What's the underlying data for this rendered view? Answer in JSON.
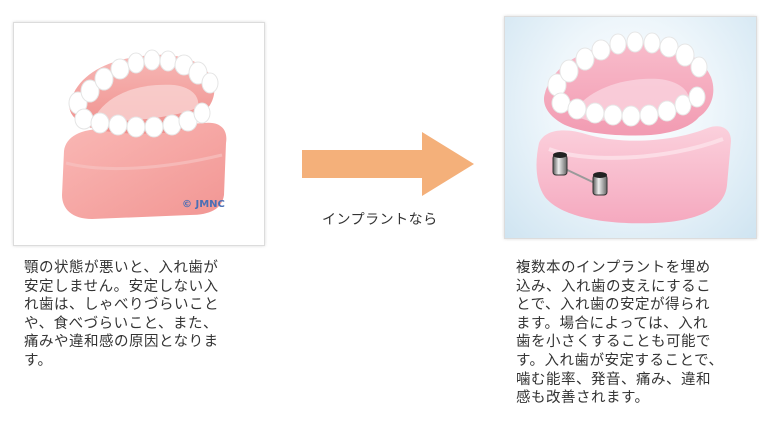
{
  "left": {
    "watermark": "© JMNC",
    "description": "顎の状態が悪いと、入れ歯が\n安定しません。安定しない入\nれ歯は、しゃべりづらいこと\nや、食べづらいこと、また、\n痛みや違和感の原因となりま\nす。"
  },
  "transition": {
    "label": "インプラントなら",
    "arrow_color": "#f4b07a"
  },
  "right": {
    "description": "複数本のインプラントを埋め\n込み、入れ歯の支えにするこ\nとで、入れ歯の安定が得られ\nます。場合によっては、入れ\n歯を小さくすることも可能で\nす。入れ歯が安定することで、\n噛む能率、発音、痛み、違和\n感も改善されます。"
  }
}
